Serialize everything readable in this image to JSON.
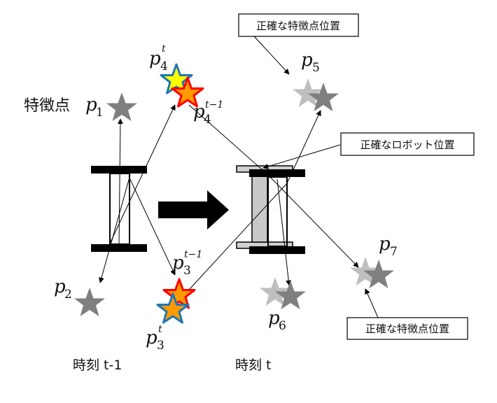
{
  "labels": {
    "feature_point": "特徴点",
    "correct_feature_top": "正確な特徴点位置",
    "correct_robot": "正確なロボット位置",
    "correct_feature_bottom": "正確な特徴点位置",
    "time_prev": "時刻 t-1",
    "time_now": "時刻 t"
  },
  "points": {
    "p1": {
      "var": "p",
      "sub": "1"
    },
    "p2": {
      "var": "p",
      "sub": "2"
    },
    "p3t": {
      "var": "p",
      "sub": "3",
      "sup": "t"
    },
    "p3prev": {
      "var": "p",
      "sub": "3",
      "sup": "t−1"
    },
    "p4t": {
      "var": "p",
      "sub": "4",
      "sup": "t"
    },
    "p4prev": {
      "var": "p",
      "sub": "4",
      "sup": "t−1"
    },
    "p5": {
      "var": "p",
      "sub": "5"
    },
    "p6": {
      "var": "p",
      "sub": "6"
    },
    "p7": {
      "var": "p",
      "sub": "7"
    }
  },
  "colors": {
    "star_gray": "#7f7f7f",
    "star_light": "#bfbfbf",
    "star_yellow": "#ffff00",
    "star_orange": "#ff9900",
    "star_red_stroke": "#ff0000",
    "star_blue_stroke": "#1f77b4",
    "robot_shade": "#c8c8c8"
  }
}
